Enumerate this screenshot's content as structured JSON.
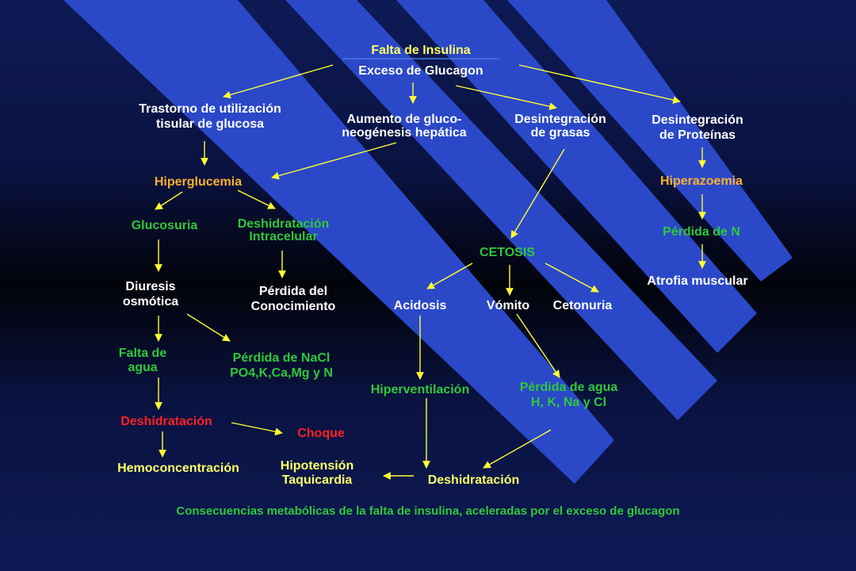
{
  "title_top": "Falta de Insulina",
  "title_bottom": "Exceso de Glucagon",
  "nodes": {
    "trastorno": [
      "Trastorno de utilización",
      "tisular de glucosa"
    ],
    "gluconeo": [
      "Aumento de gluco-",
      "neogénesis hepática"
    ],
    "grasas": [
      "Desintegración",
      "de grasas"
    ],
    "proteinas": [
      "Desintegración",
      "de Proteínas"
    ],
    "hiperglucemia": "Hiperglucemia",
    "hiperazoemia": "Hiperazoemia",
    "glucosuria": "Glucosuria",
    "deshid_intra": [
      "Deshidratación",
      "Intracelular"
    ],
    "perdida_n": "Pérdida de N",
    "cetosis": "CETOSIS",
    "atrofia": "Atrofia muscular",
    "diuresis": [
      "Diuresis",
      "osmótica"
    ],
    "perdida_conoc": [
      "Pérdida del",
      "Conocimiento"
    ],
    "acidosis": "Acidosis",
    "vomito": "Vómito",
    "cetonuria": "Cetonuria",
    "falta_agua": [
      "Falta de",
      "agua"
    ],
    "perdida_nacl": [
      "Pérdida de NaCl",
      "PO4,K,Ca,Mg y N"
    ],
    "hiperventilacion": "Hiperventilación",
    "perdida_agua": [
      "Pérdida de agua",
      "H, K, Na y Cl"
    ],
    "deshidratacion_red": "Deshidratación",
    "choque": "Choque",
    "hemoconc": "Hemoconcentración",
    "hipotension": [
      "Hipotensión",
      "Taquicardia"
    ],
    "deshidratacion_w": "Deshidratación"
  },
  "caption": "Consecuencias metabólicas de la falta de insulina, aceleradas por el exceso de glucagon",
  "colors": {
    "stripe": "#2a48c8",
    "arrow": "#ffff33",
    "white": "#ffffff",
    "yellow": "#ffff66",
    "orange": "#ffb030",
    "green": "#2fc83a",
    "red": "#ff2222"
  }
}
